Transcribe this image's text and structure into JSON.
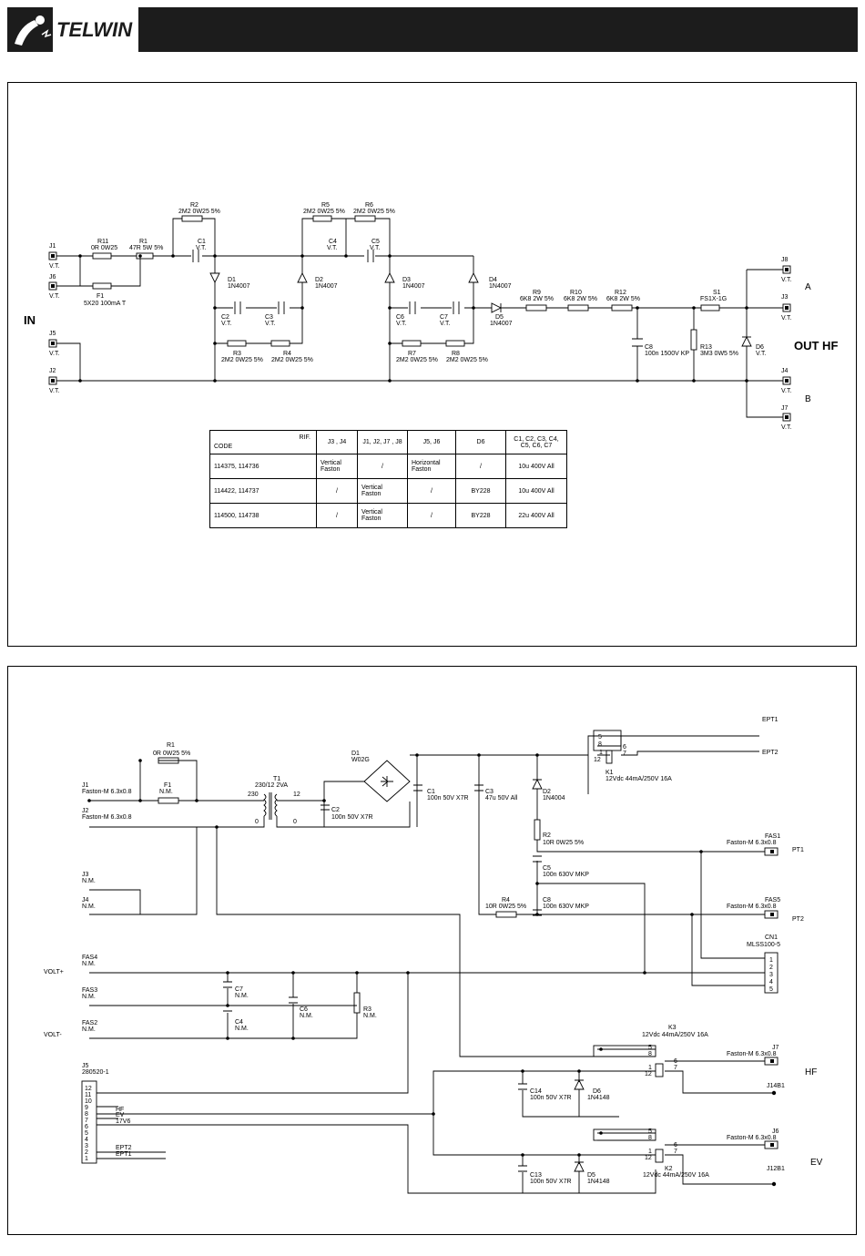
{
  "brand": {
    "name": "TELWIN"
  },
  "schematic1": {
    "in_label": "IN",
    "out_label": "OUT HF",
    "a_label": "A",
    "b_label": "B",
    "connectors": [
      {
        "ref": "J1",
        "val": "V.T."
      },
      {
        "ref": "J6",
        "val": "V.T."
      },
      {
        "ref": "J5",
        "val": "V.T."
      },
      {
        "ref": "J2",
        "val": "V.T."
      },
      {
        "ref": "J8",
        "val": "V.T."
      },
      {
        "ref": "J3",
        "val": "V.T."
      },
      {
        "ref": "J4",
        "val": "V.T."
      },
      {
        "ref": "J7",
        "val": "V.T."
      }
    ],
    "components": [
      {
        "ref": "R2",
        "val": "2M2 0W25 5%"
      },
      {
        "ref": "R11",
        "val": "0R 0W25"
      },
      {
        "ref": "R1",
        "val": "47R 5W 5%"
      },
      {
        "ref": "C1",
        "val": "V.T."
      },
      {
        "ref": "F1",
        "val": "5X20 100mA T"
      },
      {
        "ref": "D1",
        "val": "1N4007"
      },
      {
        "ref": "C2",
        "val": "V.T."
      },
      {
        "ref": "C3",
        "val": "V.T."
      },
      {
        "ref": "R3",
        "val": "2M2 0W25 5%"
      },
      {
        "ref": "R4",
        "val": "2M2 0W25 5%"
      },
      {
        "ref": "R5",
        "val": "2M2 0W25 5%"
      },
      {
        "ref": "R6",
        "val": "2M2 0W25 5%"
      },
      {
        "ref": "C4",
        "val": "V.T."
      },
      {
        "ref": "C5",
        "val": "V.T."
      },
      {
        "ref": "D2",
        "val": "1N4007"
      },
      {
        "ref": "D3",
        "val": "1N4007"
      },
      {
        "ref": "D4",
        "val": "1N4007"
      },
      {
        "ref": "C6",
        "val": "V.T."
      },
      {
        "ref": "C7",
        "val": "V.T."
      },
      {
        "ref": "R7",
        "val": "2M2 0W25 5%"
      },
      {
        "ref": "R8",
        "val": "2M2 0W25 5%"
      },
      {
        "ref": "D5",
        "val": "1N4007"
      },
      {
        "ref": "R9",
        "val": "6K8 2W 5%"
      },
      {
        "ref": "R10",
        "val": "6K8 2W 5%"
      },
      {
        "ref": "R12",
        "val": "6K8 2W 5%"
      },
      {
        "ref": "C8",
        "val": "100n 1500V KP"
      },
      {
        "ref": "S1",
        "val": "FS1X-1G"
      },
      {
        "ref": "R13",
        "val": "3M3 0W5 5%"
      },
      {
        "ref": "D6",
        "val": "V.T."
      }
    ],
    "table": {
      "header": [
        "RIF.",
        "CODE",
        "J3 , J4",
        "J1, J2, J7 , J8",
        "J5, J6",
        "D6",
        "C1, C2, C3, C4, C5, C6, C7"
      ],
      "rows": [
        [
          "114375, 114736",
          "Vertical Faston",
          "/",
          "Horizontal Faston",
          "/",
          "10u 400V All"
        ],
        [
          "114422, 114737",
          "/",
          "Vertical Faston",
          "/",
          "BY228",
          "10u 400V All"
        ],
        [
          "114500, 114738",
          "/",
          "Vertical Faston",
          "/",
          "BY228",
          "22u 400V All"
        ]
      ]
    }
  },
  "schematic2": {
    "labels": {
      "volt_plus": "VOLT+",
      "volt_minus": "VOLT-",
      "ept1": "EPT1",
      "ept2": "EPT2",
      "pt1": "PT1",
      "pt2": "PT2",
      "hf": "HF",
      "ev": "EV"
    },
    "components": [
      {
        "ref": "R1",
        "val": "0R 0W25 5%"
      },
      {
        "ref": "J1",
        "val": "Faston-M 6.3x0.8"
      },
      {
        "ref": "F1",
        "val": "N.M."
      },
      {
        "ref": "J2",
        "val": "Faston-M 6.3x0.8"
      },
      {
        "ref": "T1",
        "val": "230/12 2VA"
      },
      {
        "ref": "C2",
        "val": "100n 50V X7R"
      },
      {
        "ref": "D1",
        "val": "W02G"
      },
      {
        "ref": "C1",
        "val": "100n 50V X7R"
      },
      {
        "ref": "C3",
        "val": "47u 50V All"
      },
      {
        "ref": "D2",
        "val": "1N4004"
      },
      {
        "ref": "K1",
        "val": "12Vdc 44mA/250V 16A"
      },
      {
        "ref": "R2",
        "val": "10R 0W25 5%"
      },
      {
        "ref": "C5",
        "val": "100n 630V MKP"
      },
      {
        "ref": "R4",
        "val": "10R 0W25 5%"
      },
      {
        "ref": "C8",
        "val": "100n 630V MKP"
      },
      {
        "ref": "FAS1",
        "val": "Faston-M 6.3x0.8"
      },
      {
        "ref": "FAS5",
        "val": "Faston-M 6.3x0.8"
      },
      {
        "ref": "CN1",
        "val": "MLSS100-5"
      },
      {
        "ref": "J3",
        "val": "N.M."
      },
      {
        "ref": "J4",
        "val": "N.M."
      },
      {
        "ref": "FAS4",
        "val": "N.M."
      },
      {
        "ref": "FAS3",
        "val": "N.M."
      },
      {
        "ref": "FAS2",
        "val": "N.M."
      },
      {
        "ref": "C7",
        "val": "N.M."
      },
      {
        "ref": "C4",
        "val": "N.M."
      },
      {
        "ref": "C6",
        "val": "N.M."
      },
      {
        "ref": "R3",
        "val": "N.M."
      },
      {
        "ref": "K3",
        "val": "12Vdc 44mA/250V 16A"
      },
      {
        "ref": "J7",
        "val": "Faston-M 6.3x0.8"
      },
      {
        "ref": "J5",
        "val": "280520-1"
      },
      {
        "ref": "C14",
        "val": "100n 50V X7R"
      },
      {
        "ref": "D6",
        "val": "1N4148"
      },
      {
        "ref": "J14B1",
        "val": ""
      },
      {
        "ref": "J6",
        "val": "Faston-M 6.3x0.8"
      },
      {
        "ref": "C13",
        "val": "100n 50V X7R"
      },
      {
        "ref": "D5",
        "val": "1N4148"
      },
      {
        "ref": "K2",
        "val": "12Vdc 44mA/250V 16A"
      },
      {
        "ref": "J12B1",
        "val": ""
      }
    ],
    "j5_pins": [
      "12",
      "11",
      "10",
      "9",
      "8",
      "7",
      "6",
      "5",
      "4",
      "3",
      "2",
      "1"
    ],
    "j5_signals": [
      "HF",
      "EV",
      "17V6",
      "EPT2",
      "EPT1"
    ],
    "t1_pins": [
      "230",
      "0",
      "12",
      "0"
    ],
    "cn1_pins": [
      "1",
      "2",
      "3",
      "4",
      "5"
    ],
    "relay_pins": [
      "5",
      "8",
      "6",
      "7",
      "1",
      "12"
    ]
  }
}
